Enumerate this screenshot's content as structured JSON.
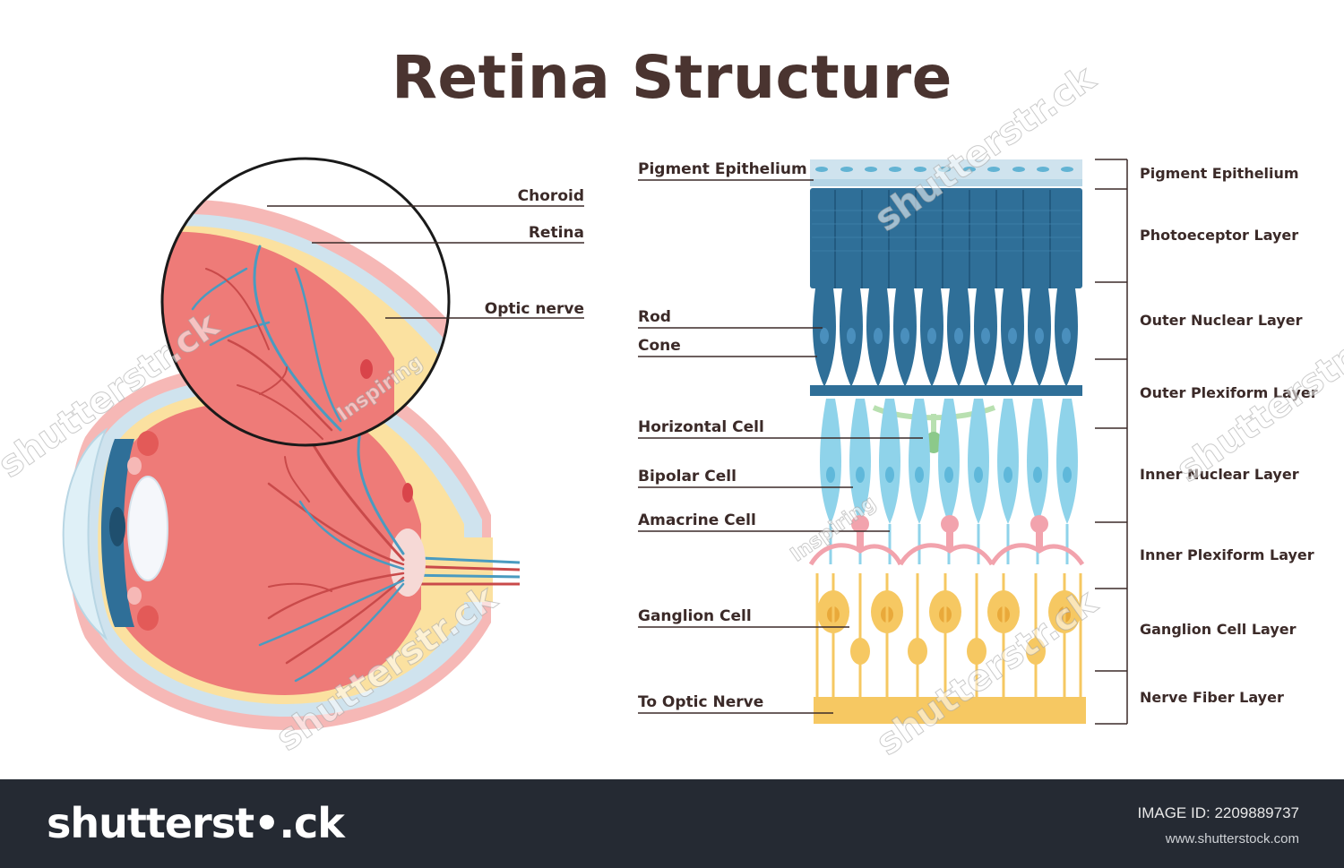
{
  "title": "Retina Structure",
  "eye_labels": {
    "choroid": "Choroid",
    "retina": "Retina",
    "optic_nerve": "Optic nerve"
  },
  "cell_labels": {
    "pigment_epithelium": "Pigment Epithelium",
    "rod": "Rod",
    "cone": "Cone",
    "horizontal_cell": "Horizontal Cell",
    "bipolar_cell": "Bipolar Cell",
    "amacrine_cell": "Amacrine Cell",
    "ganglion_cell": "Ganglion Cell",
    "to_optic_nerve": "To Optic Nerve"
  },
  "layers": [
    "Pigment Epithelium",
    "Photoeceptor Layer",
    "Outer Nuclear Layer",
    "Outer Plexiform Layer",
    "Inner Nuclear Layer",
    "Inner Plexiform Layer",
    "Ganglion Cell Layer",
    "Nerve Fiber Layer"
  ],
  "watermarks": {
    "inspiring": "Inspiring",
    "shutterstock": "shutterstr.ck"
  },
  "footer": {
    "brand": "shutterst•.ck",
    "image_id": "IMAGE ID: 2209889737",
    "site": "www.shutterstock.com"
  },
  "colors": {
    "title": "#4a3430",
    "eye_red": "#ee7b78",
    "sclera_pink": "#f6b8b6",
    "choroid_blue": "#cfe3ee",
    "retina_yellow": "#fbe1a0",
    "photoreceptor_blue": "#2f6f98",
    "bipolar_cyan": "#8fd3ea",
    "amacrine_pink": "#f2a3ad",
    "ganglion_yellow": "#f6c862",
    "footer_bg": "#252a33"
  }
}
